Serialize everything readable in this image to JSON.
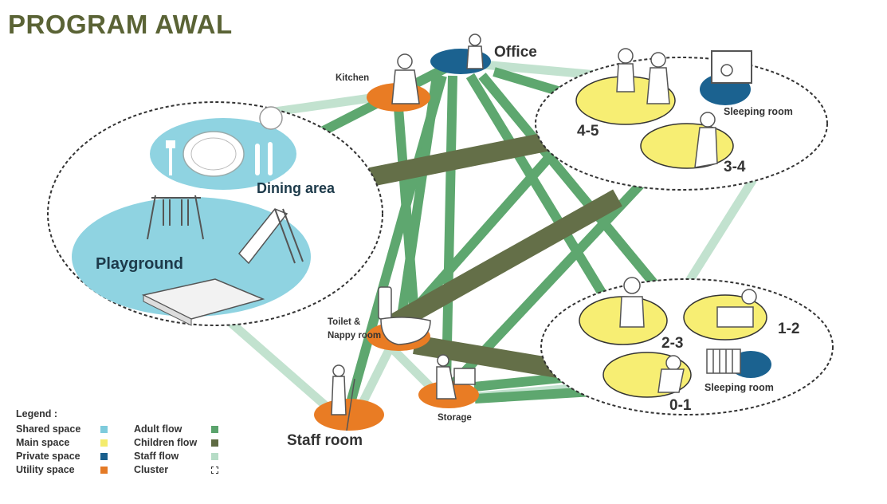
{
  "title": "PROGRAM AWAL",
  "nodes": {
    "office": "Office",
    "kitchen": "Kitchen",
    "dining": "Dining area",
    "playground": "Playground",
    "sleeping_top": "Sleeping room",
    "age_45": "4-5",
    "age_34": "3-4",
    "toilet_line1": "Toilet &",
    "toilet_line2": "Nappy room",
    "staff_room": "Staff room",
    "storage": "Storage",
    "age_23": "2-3",
    "age_12": "1-2",
    "age_01": "0-1",
    "sleeping_bottom": "Sleeping room"
  },
  "legend": {
    "title": "Legend :",
    "items": [
      {
        "label": "Shared space",
        "color": "#7ecbdc"
      },
      {
        "label": "Main space",
        "color": "#f4ec6c"
      },
      {
        "label": "Private space",
        "color": "#1a5f8c"
      },
      {
        "label": "Utility space",
        "color": "#e47a26"
      },
      {
        "label": "Adult flow",
        "color": "#5aa36c"
      },
      {
        "label": "Children flow",
        "color": "#5e6b43"
      },
      {
        "label": "Staff flow",
        "color": "#b6dcc6"
      },
      {
        "label": "Cluster",
        "color": ""
      }
    ]
  },
  "colors": {
    "shared": "#8fd3e1",
    "main": "#f7ee73",
    "private": "#1b6290",
    "utility": "#e97c24",
    "adult_flow": "#5ea76f",
    "children_flow": "#646f48",
    "staff_flow": "#bfe0cc",
    "title": "#5a6335"
  }
}
